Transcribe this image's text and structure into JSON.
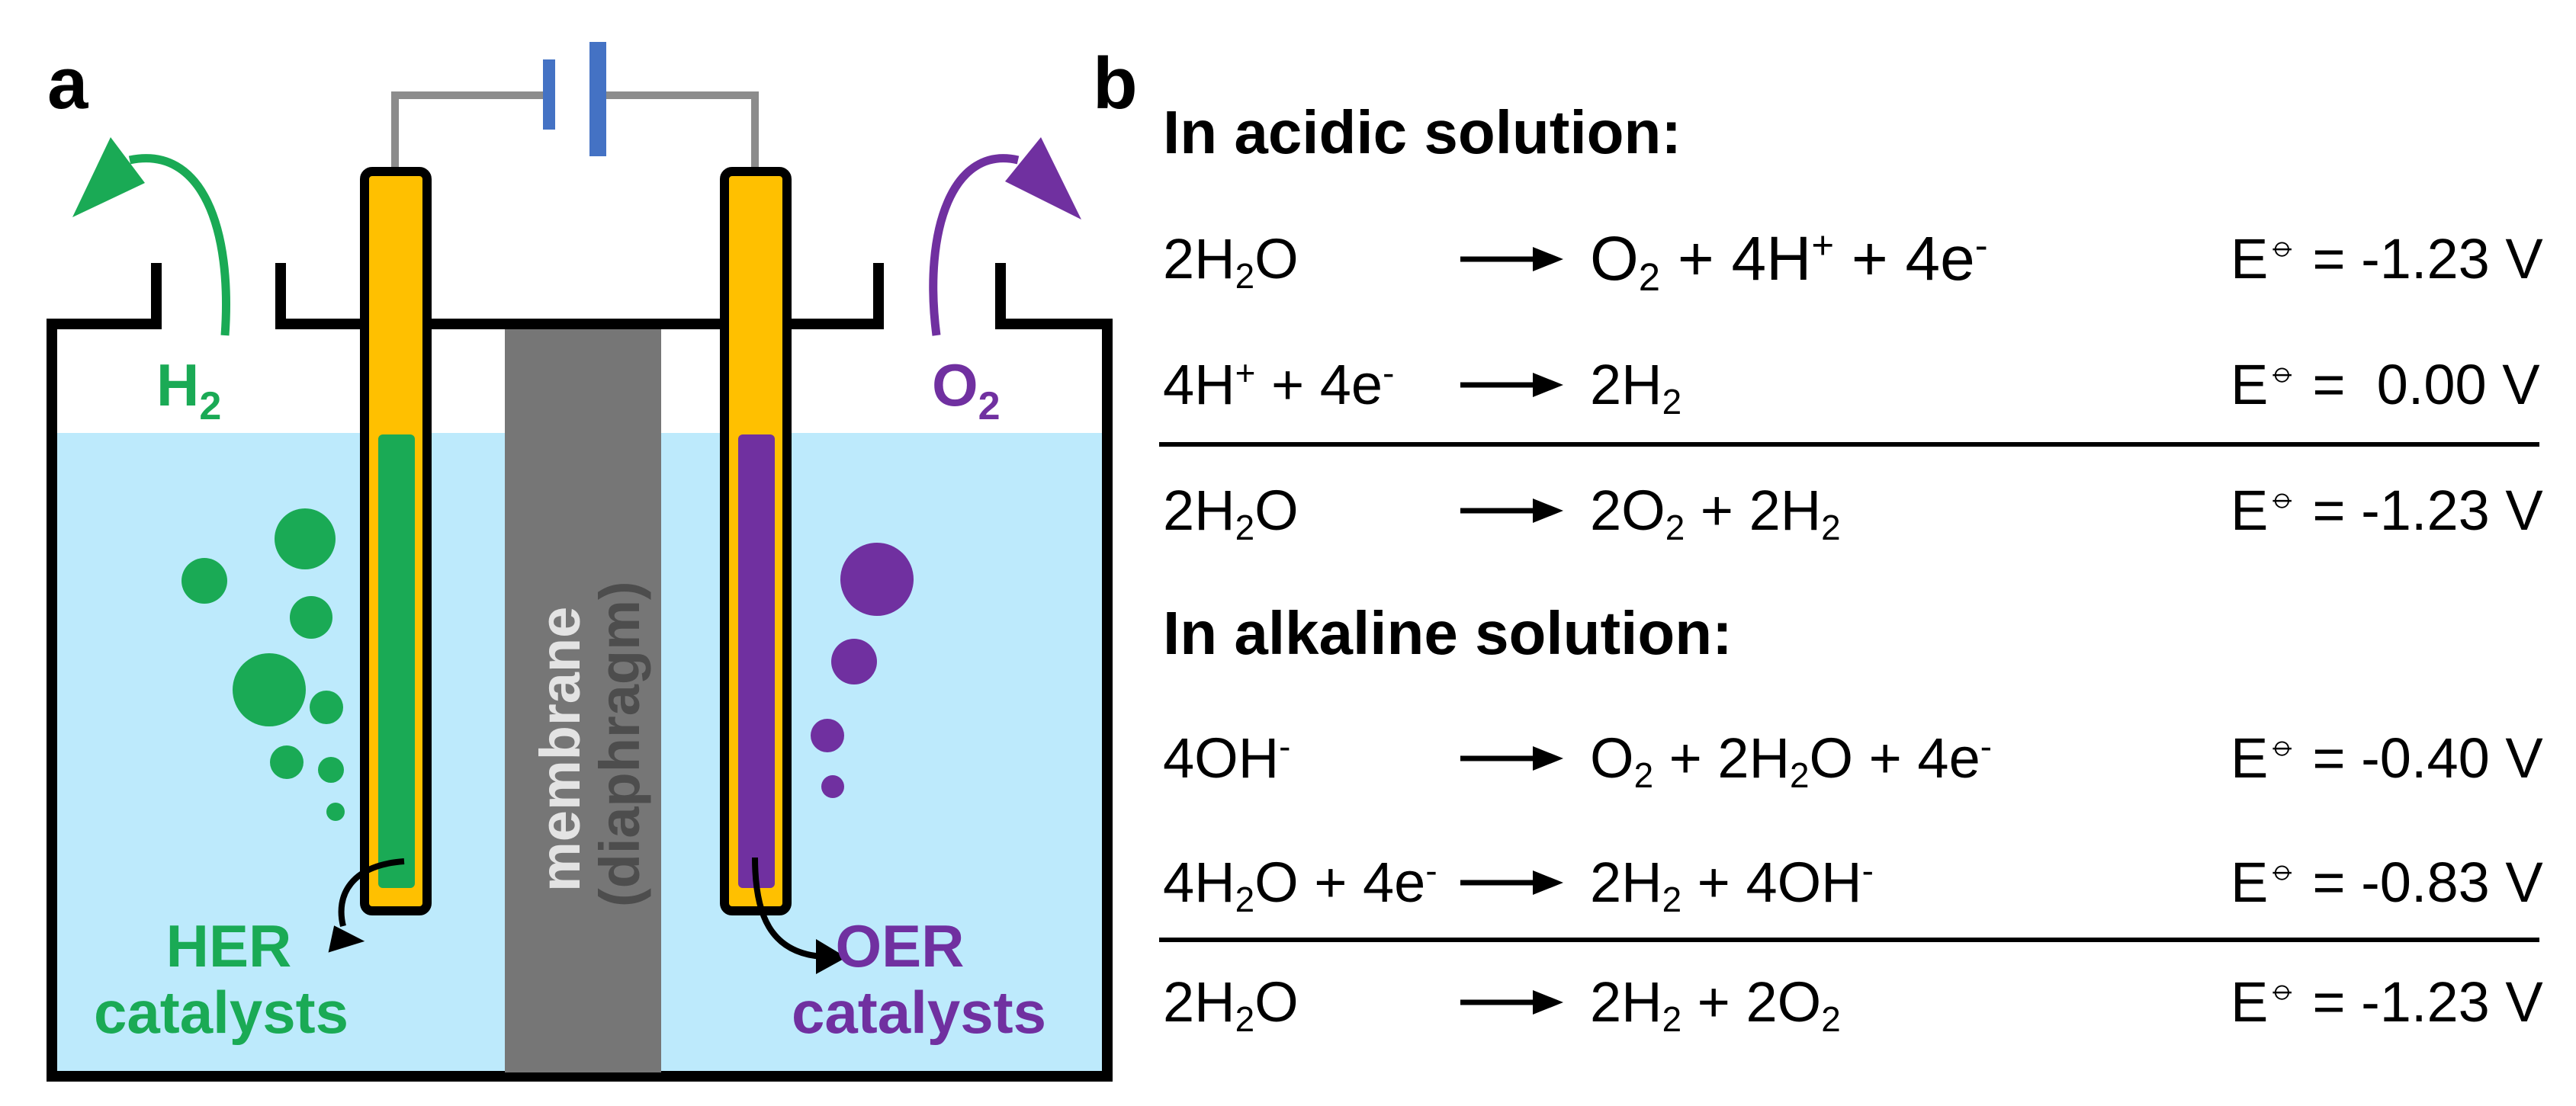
{
  "panel_a": {
    "letter": "a",
    "membrane_label_1": "membrane",
    "membrane_label_2": "(diaphragm)",
    "gas_left": "H",
    "gas_left_sub": "2",
    "gas_right": "O",
    "gas_right_sub": "2",
    "her_label_1": "HER",
    "her_label_2": "catalysts",
    "oer_label_1": "OER",
    "oer_label_2": "catalysts",
    "colors": {
      "her_green": "#1aaa55",
      "oer_purple": "#7030a0",
      "electrode_gold": "#ffc000",
      "membrane_gray": "#767676",
      "electrolyte_blue": "#bdeafc",
      "battery_blue": "#4472c4"
    }
  },
  "panel_b": {
    "letter": "b",
    "acidic_heading": "In acidic solution:",
    "alkaline_heading": "In alkaline solution:",
    "potential_symbol": "E",
    "acidic": [
      {
        "lhs": "2H<sub>2</sub>O",
        "rhs": "O<sub>2</sub> + 4H<sup>+</sup> + 4e<sup>-</sup>",
        "potential": "= -1.23 V"
      },
      {
        "lhs": "4H<sup>+</sup> + 4e<sup>-</sup>",
        "rhs": "2H<sub>2</sub>",
        "potential": "=  0.00 V"
      },
      {
        "lhs": "2H<sub>2</sub>O",
        "rhs": "2O<sub>2</sub> + 2H<sub>2</sub>",
        "potential": "= -1.23 V"
      }
    ],
    "alkaline": [
      {
        "lhs": "4OH<sup>-</sup>",
        "rhs": "O<sub>2</sub> + 2H<sub>2</sub>O + 4e<sup>-</sup>",
        "potential": "= -0.40 V"
      },
      {
        "lhs": "4H<sub>2</sub>O + 4e<sup>-</sup>",
        "rhs": "2H<sub>2</sub> + 4OH<sup>-</sup>",
        "potential": "= -0.83 V"
      },
      {
        "lhs": "2H<sub>2</sub>O",
        "rhs": "2H<sub>2</sub> + 2O<sub>2</sub>",
        "potential": "= -1.23 V"
      }
    ]
  }
}
